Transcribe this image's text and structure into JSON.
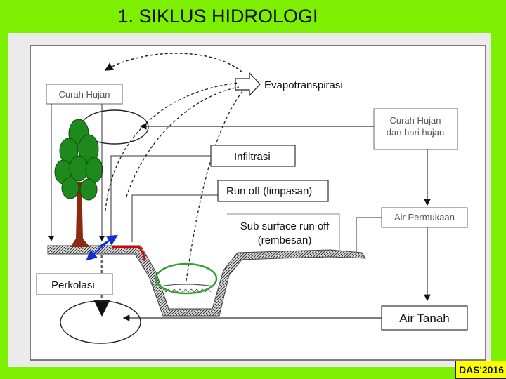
{
  "title": "1. SIKLUS HIDROLOGI",
  "labels": {
    "curah_hujan": "Curah Hujan",
    "evapotranspirasi": "Evapotranspirasi",
    "curah_hujan_hari_hujan_1": "Curah Hujan",
    "curah_hujan_hari_hujan_2": "dan hari hujan",
    "infiltrasi": "Infiltrasi",
    "run_off": "Run off (limpasan)",
    "air_permukaan": "Air Permukaan",
    "sub_surface_1": "Sub surface run off",
    "sub_surface_2": "(rembesan)",
    "perkolasi": "Perkolasi",
    "air_tanah": "Air Tanah"
  },
  "badge": "DAS'2016",
  "colors": {
    "background": "#7cf000",
    "panel": "#ebebeb",
    "tree_foliage": "#1e8a1e",
    "tree_trunk": "#8b2a10",
    "runoff_red": "#e00000",
    "infiltration_blue": "#1030d0",
    "green_ellipse": "#30a030",
    "badge": "#ffff00"
  }
}
